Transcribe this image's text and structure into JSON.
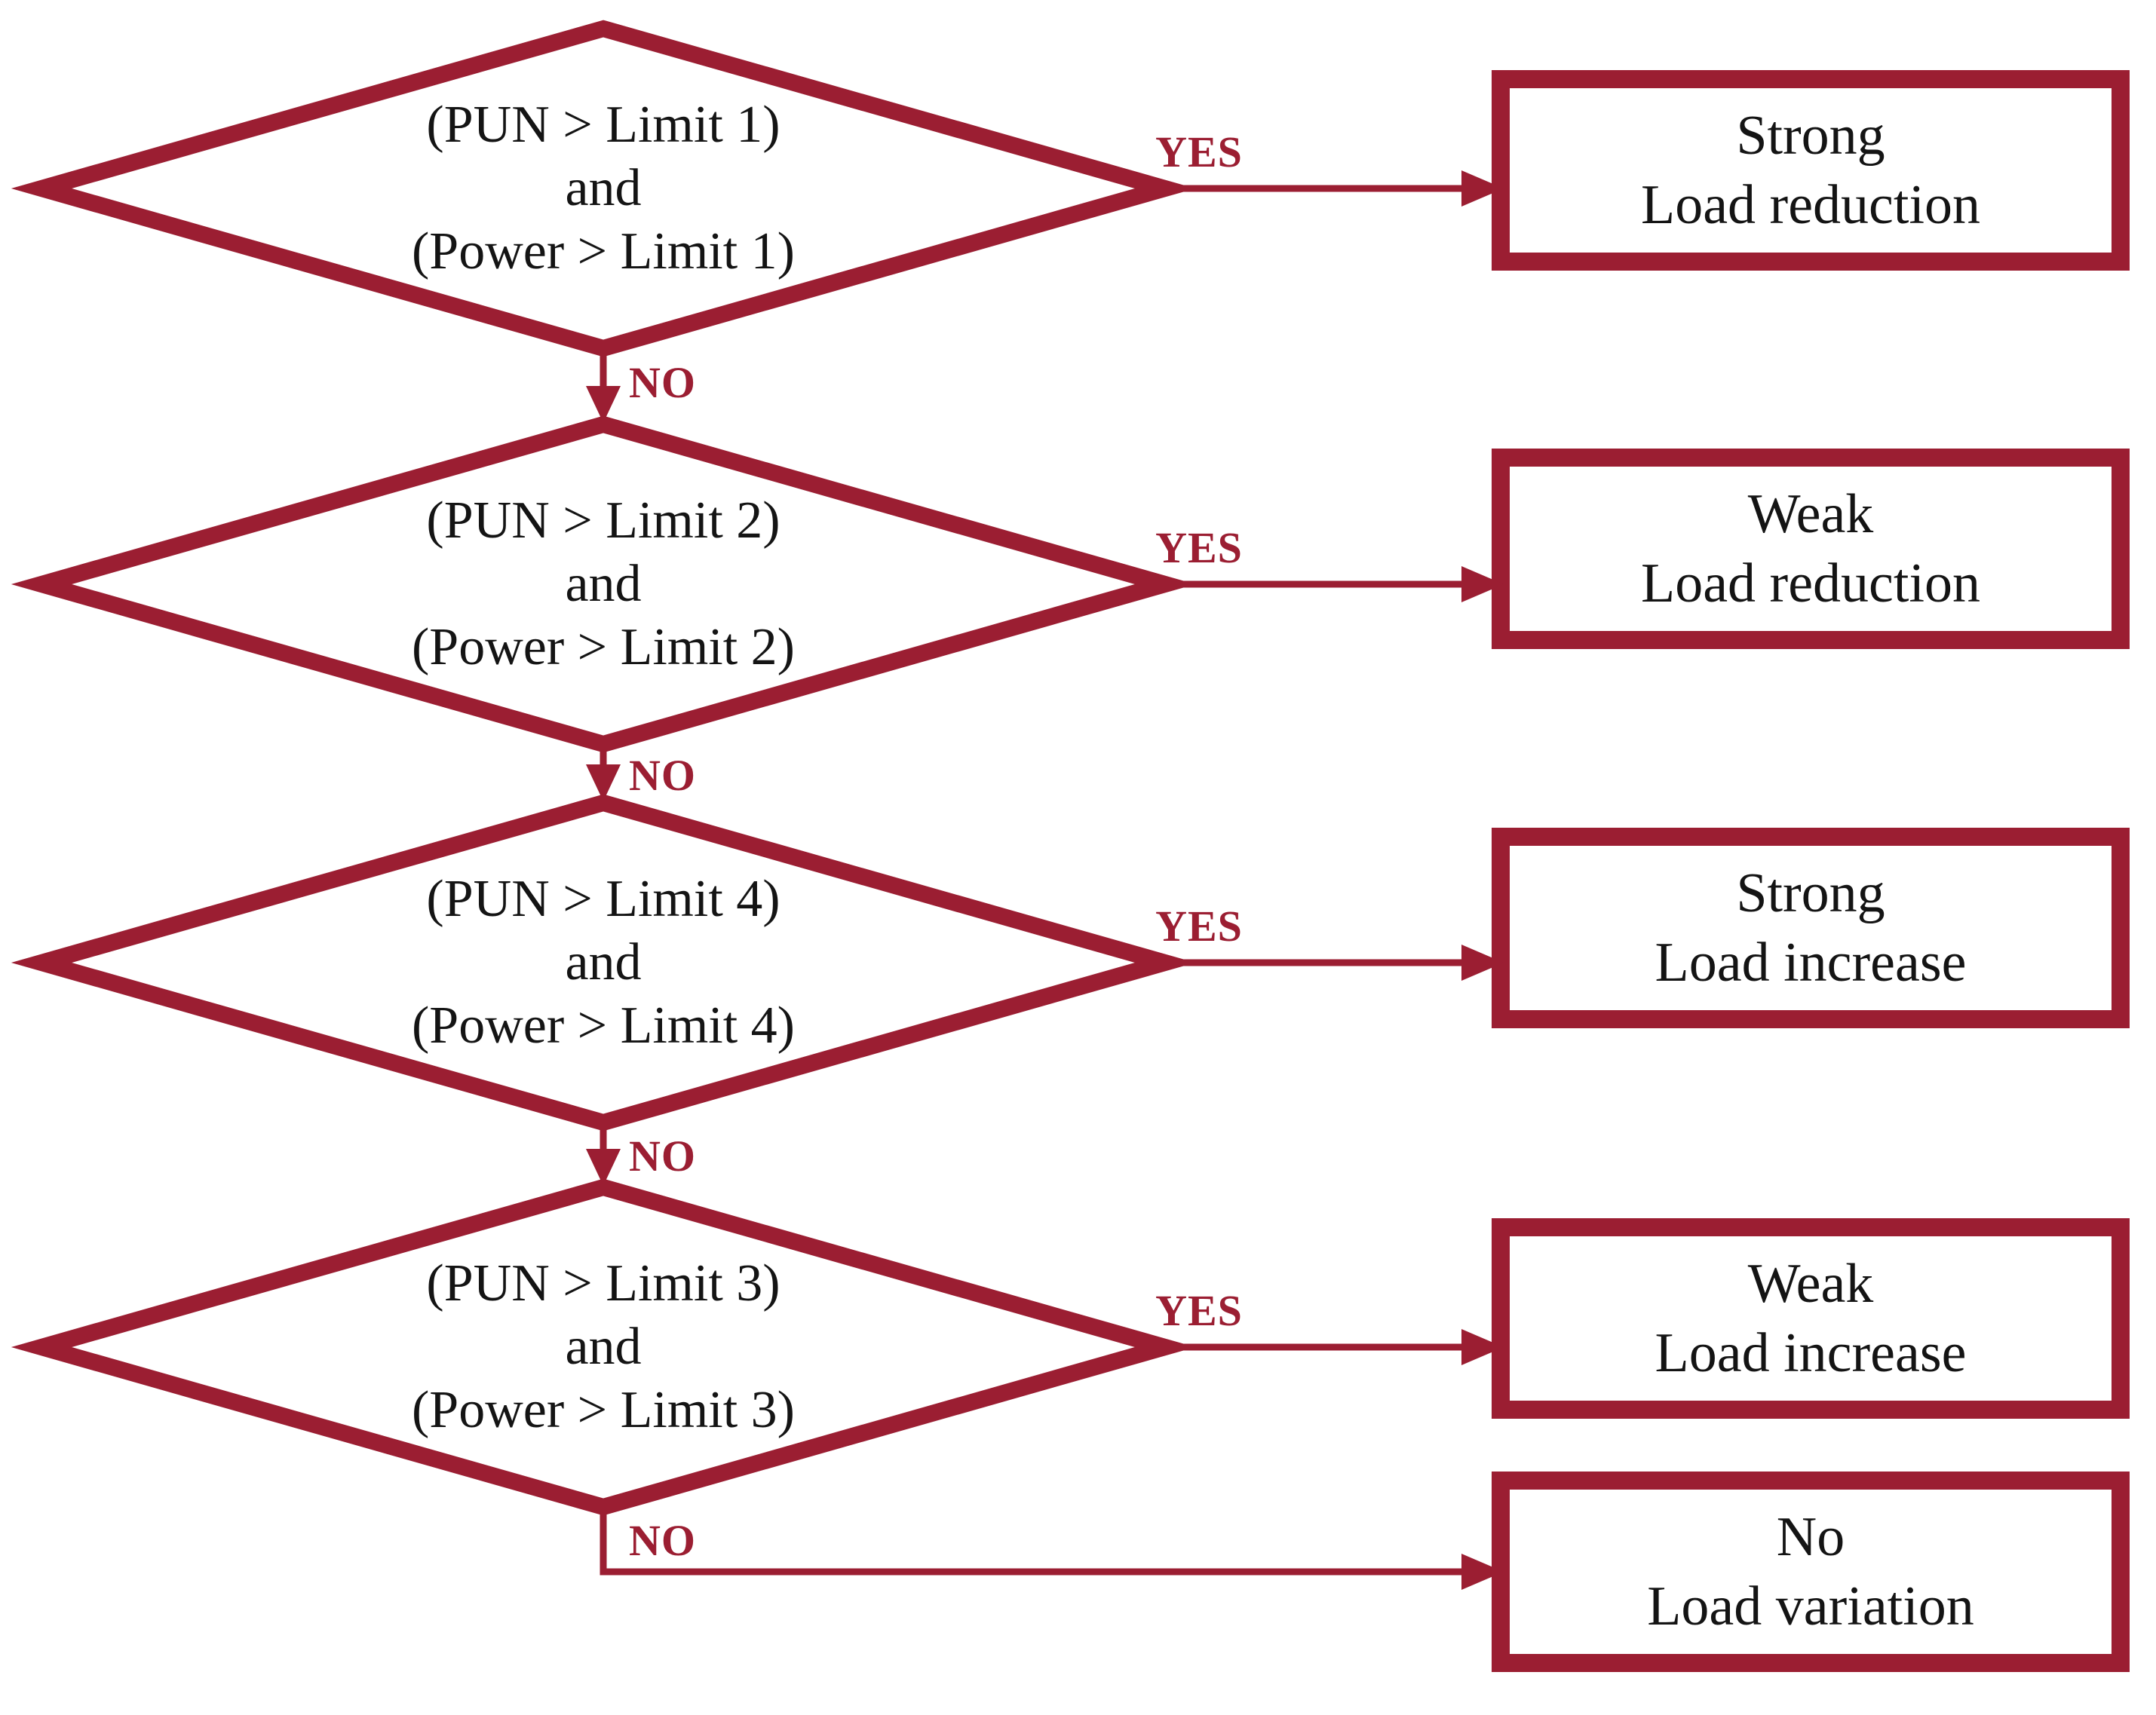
{
  "diagram": {
    "accent_color": "#9B1E32",
    "text_color": "#141414",
    "background_color": "#ffffff",
    "decisions": [
      {
        "line1": "(PUN > Limit 1)",
        "line2": "and",
        "line3": "(Power > Limit 1)"
      },
      {
        "line1": "(PUN > Limit 2)",
        "line2": "and",
        "line3": "(Power > Limit 2)"
      },
      {
        "line1": "(PUN > Limit 4)",
        "line2": "and",
        "line3": "(Power > Limit 4)"
      },
      {
        "line1": "(PUN > Limit 3)",
        "line2": "and",
        "line3": "(Power > Limit 3)"
      }
    ],
    "outcomes": [
      {
        "line1": "Strong",
        "line2": "Load reduction"
      },
      {
        "line1": "Weak",
        "line2": "Load reduction"
      },
      {
        "line1": "Strong",
        "line2": "Load increase"
      },
      {
        "line1": "Weak",
        "line2": "Load increase"
      },
      {
        "line1": "No",
        "line2": "Load variation"
      }
    ],
    "labels": {
      "yes": "YES",
      "no": "NO"
    }
  }
}
